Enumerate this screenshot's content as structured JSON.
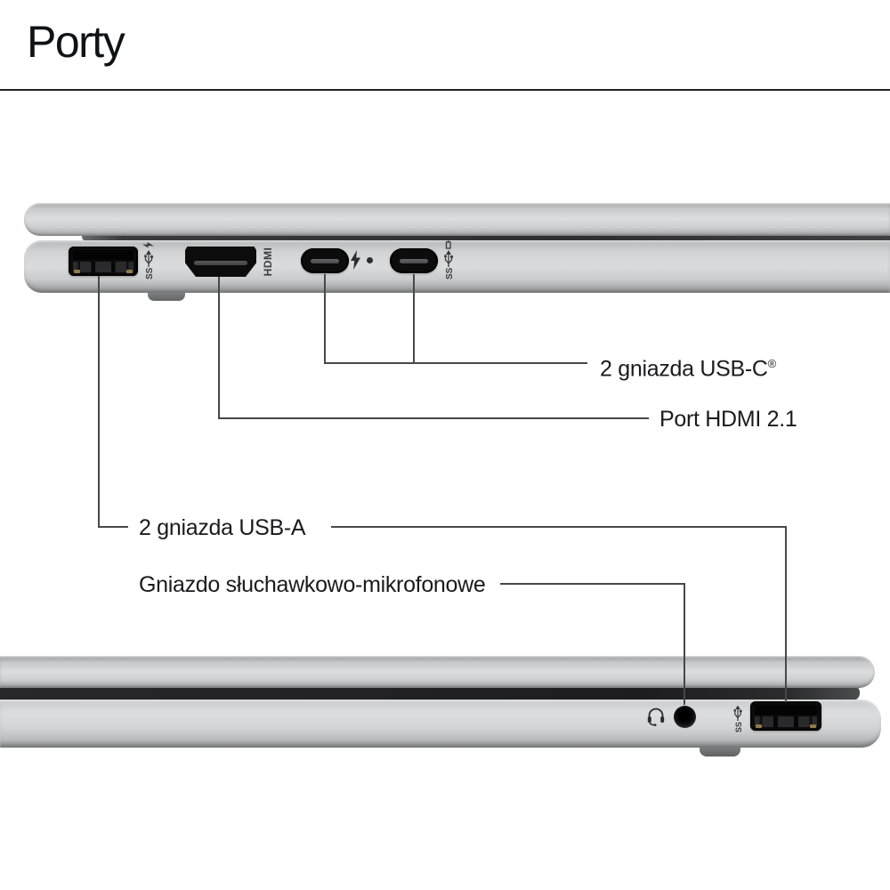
{
  "page": {
    "title": "Porty"
  },
  "callouts": {
    "usb_c": {
      "text": "2 gniazda USB-C",
      "sup": "®"
    },
    "hdmi": {
      "text": "Port HDMI 2.1"
    },
    "usb_a": {
      "text": "2 gniazda USB-A"
    },
    "audio": {
      "text": "Gniazdo słuchawkowo-mikrofonowe"
    }
  },
  "engravings": {
    "hdmi_port_label": "HDMI",
    "usb_a_top_speed": "SS",
    "usb_c_right_speed": "SS",
    "usb_a_bottom_speed": "SS"
  },
  "ports_shown": {
    "top_left_side": [
      "USB-A",
      "HDMI",
      "USB-C Thunderbolt",
      "USB-C"
    ],
    "bottom_right_side": [
      "headphone-microphone jack",
      "USB-A"
    ]
  },
  "colors": {
    "background": "#ffffff",
    "body_silver": "#d2d3d5",
    "hinge_gap": "#2e2e30",
    "port_black": "#0c0c0d",
    "callout_line": "#48484a",
    "text": "#1b1b1d"
  }
}
